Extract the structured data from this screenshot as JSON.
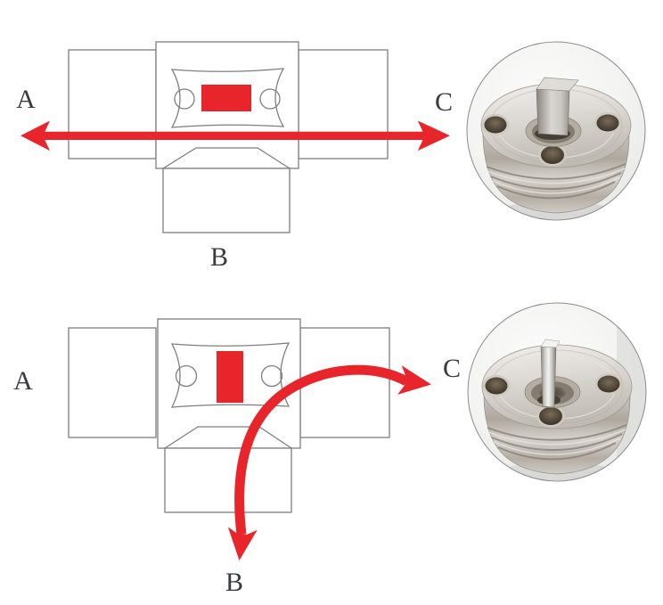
{
  "colors": {
    "arrow_red": "#e8252a",
    "line_gray": "#7d7e82",
    "label_color": "#3a3b40"
  },
  "top_panel": {
    "label_a": "A",
    "label_b": "B",
    "label_c": "C"
  },
  "bottom_panel": {
    "label_a": "A",
    "label_b": "B",
    "label_c": "C"
  }
}
